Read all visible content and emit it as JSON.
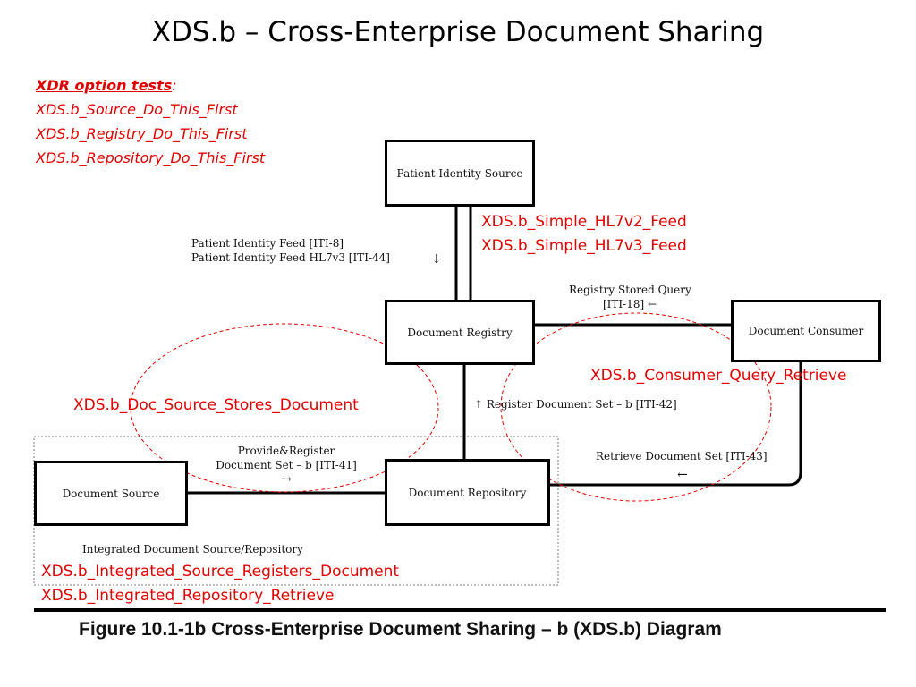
{
  "title": "XDS.b – Cross-Enterprise Document Sharing",
  "xdr_tests": {
    "header": "XDR option tests",
    "colon": ":",
    "items": [
      "XDS.b_Source_Do_This_First",
      "XDS.b_Registry_Do_This_First",
      "XDS.b_Repository_Do_This_First"
    ]
  },
  "boxes": {
    "patient_identity_source": "Patient Identity Source",
    "document_registry": "Document Registry",
    "document_consumer": "Document Consumer",
    "document_source": "Document Source",
    "document_repository": "Document Repository"
  },
  "labels": {
    "pif_line1": "Patient Identity Feed [ITI-8]",
    "pif_line2": "Patient Identity Feed HL7v3 [ITI-44]",
    "pif_arrow": "↓",
    "rsq_line1": "Registry Stored Query",
    "rsq_line2": "[ITI-18] ←",
    "rds": "↑ Register Document Set – b [ITI-42]",
    "retrieve_line1": "Retrieve Document Set [ITI-43]",
    "retrieve_arrow": "←",
    "provide_line1": "Provide&Register",
    "provide_line2": "Document Set – b [ITI-41]",
    "provide_arrow": "→",
    "integrated": "Integrated Document Source/Repository"
  },
  "tests": {
    "hl7v2": "XDS.b_Simple_HL7v2_Feed",
    "hl7v3": "XDS.b_Simple_HL7v3_Feed",
    "consumer": "XDS.b_Consumer_Query_Retrieve",
    "doc_source": "XDS.b_Doc_Source_Stores_Document",
    "integrated_1": "XDS.b_Integrated_Source_Registers_Document",
    "integrated_2": "XDS.b_Integrated_Repository_Retrieve"
  },
  "caption": "Figure 10.1-1b Cross-Enterprise Document Sharing – b (XDS.b) Diagram",
  "colors": {
    "accent_red": "#e00000",
    "ink": "#000000"
  }
}
